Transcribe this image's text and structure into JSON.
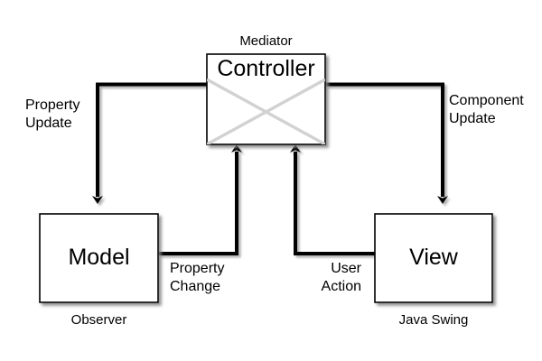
{
  "diagram": {
    "title_text_present": false,
    "background": "#ffffff",
    "stroke": "#000000",
    "box_fill": "#ffffff",
    "cross_color": "#d0d0d0",
    "nodes": [
      {
        "id": "controller",
        "title": "Controller",
        "caption": "Mediator",
        "caption_position": "above",
        "has_cross": true
      },
      {
        "id": "model",
        "title": "Model",
        "caption": "Observer",
        "caption_position": "below",
        "has_cross": false
      },
      {
        "id": "view",
        "title": "View",
        "caption": "Java Swing",
        "caption_position": "below",
        "has_cross": false
      }
    ],
    "edges": [
      {
        "id": "controller-to-model",
        "from": "controller",
        "to": "model",
        "label_line1": "Property",
        "label_line2": "Update",
        "direction": "down"
      },
      {
        "id": "controller-to-view",
        "from": "controller",
        "to": "view",
        "label_line1": "Component",
        "label_line2": "Update",
        "direction": "down"
      },
      {
        "id": "model-to-controller",
        "from": "model",
        "to": "controller",
        "label_line1": "Property",
        "label_line2": "Change",
        "direction": "up"
      },
      {
        "id": "view-to-controller",
        "from": "view",
        "to": "controller",
        "label_line1": "User",
        "label_line2": "Action",
        "direction": "up"
      }
    ]
  }
}
